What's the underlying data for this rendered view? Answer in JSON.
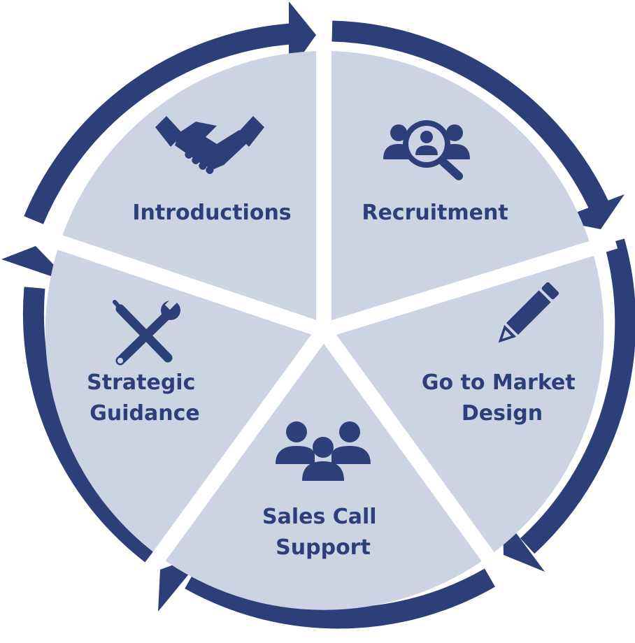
{
  "colors": {
    "ring": "#2c3f78",
    "segment": "#ccd3e2",
    "gap": "#ffffff",
    "label": "#2c3f78",
    "icon": "#2c3f78"
  },
  "segments": [
    {
      "id": "introductions",
      "label_lines": [
        "Introductions"
      ],
      "icon": "handshake-icon"
    },
    {
      "id": "recruitment",
      "label_lines": [
        "Recruitment"
      ],
      "icon": "people-search-icon"
    },
    {
      "id": "go-to-market-design",
      "label_lines": [
        "Go to Market",
        "Design"
      ],
      "icon": "pencil-icon"
    },
    {
      "id": "sales-call-support",
      "label_lines": [
        "Sales Call",
        "Support"
      ],
      "icon": "team-icon"
    },
    {
      "id": "strategic-guidance",
      "label_lines": [
        "Strategic",
        "Guidance"
      ],
      "icon": "tools-icon"
    }
  ]
}
